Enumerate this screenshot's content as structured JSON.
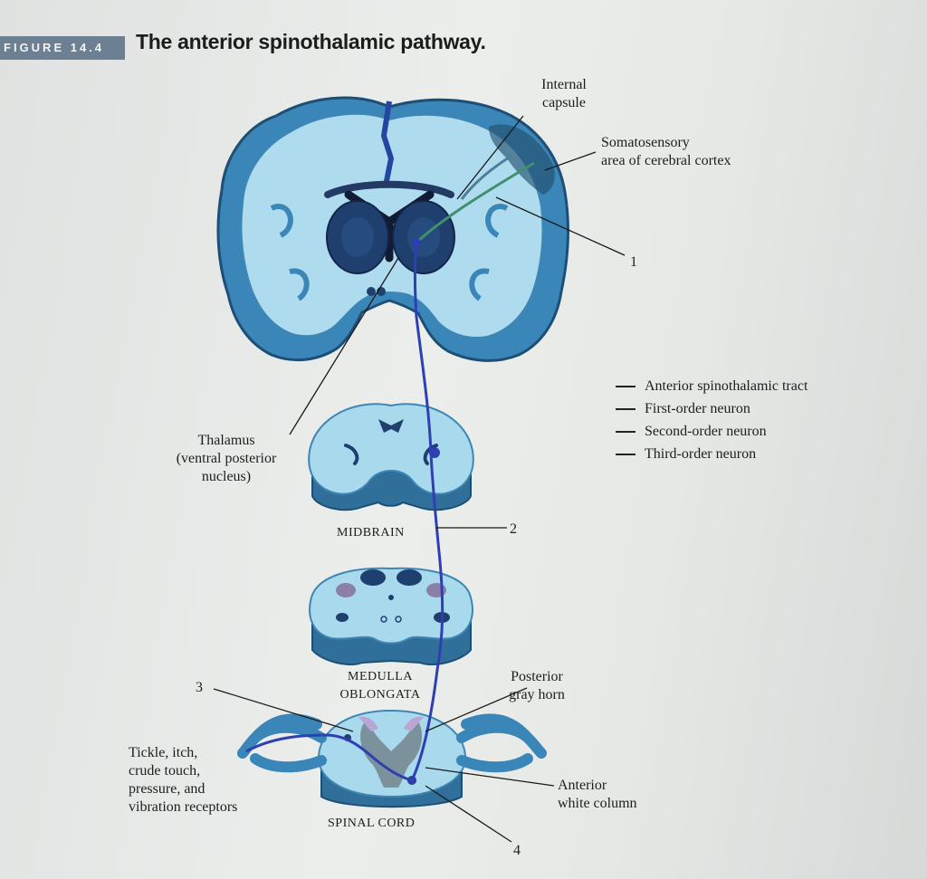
{
  "figure": {
    "tag": "FIGURE 14.4",
    "title": "The anterior spinothalamic pathway."
  },
  "labels": {
    "internal_capsule": "Internal\ncapsule",
    "somatosensory": "Somatosensory\narea of cerebral cortex",
    "num1": "1",
    "num2": "2",
    "num3": "3",
    "num4": "4",
    "thalamus": "Thalamus\n(ventral posterior\nnucleus)",
    "midbrain": "MIDBRAIN",
    "medulla": "MEDULLA\nOBLONGATA",
    "posterior_gray_horn": "Posterior\ngray horn",
    "receptors": "Tickle, itch,\ncrude touch,\npressure, and\nvibration receptors",
    "anterior_white_column": "Anterior\nwhite column",
    "spinal_cord": "SPINAL CORD"
  },
  "legend": [
    {
      "label": "Anterior spinothalamic tract"
    },
    {
      "label": "First-order neuron"
    },
    {
      "label": "Second-order neuron"
    },
    {
      "label": "Third-order neuron"
    }
  ],
  "colors": {
    "brain_light": "#a9d9ec",
    "brain_mid": "#5ea8cf",
    "brain_dark": "#2f6f9a",
    "nucleus": "#1f3f6e",
    "tract_blue": "#2e3fb4",
    "third_order_green": "#3f8f70"
  }
}
